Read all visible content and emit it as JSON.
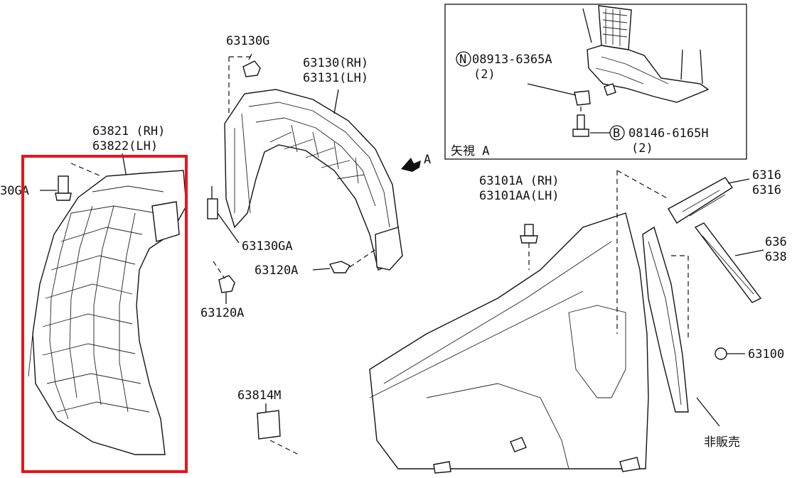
{
  "labels": {
    "clip_63130g": "63130G",
    "protector_rh": "63130(RH)",
    "protector_lh": "63131(LH)",
    "mudguard_rh": "63821 (RH)",
    "mudguard_lh": "63822(LH)",
    "clip_left_partial": "30GA",
    "clip_63130ga": "63130GA",
    "screw_63120a_upper": "63120A",
    "screw_63120a_lower": "63120A",
    "view_arrow": "A",
    "fender_rh": "63101A (RH)",
    "fender_lh": "63101AA(LH)",
    "seal_63814m": "63814M",
    "part_right_1_partial": "6316",
    "part_right_2_partial": "6316",
    "part_right_3_partial": "636",
    "part_right_4_partial": "638",
    "part_63100_partial": "63100",
    "not_for_sale": "非販売"
  },
  "inset": {
    "nut_part": "08913-6365A",
    "nut_symbol": "N",
    "nut_qty": "(2)",
    "bolt_part": "08146-6165H",
    "bolt_symbol": "B",
    "bolt_qty": "(2)",
    "view_caption": "矢視 A"
  },
  "highlight_color": "#e8141c"
}
